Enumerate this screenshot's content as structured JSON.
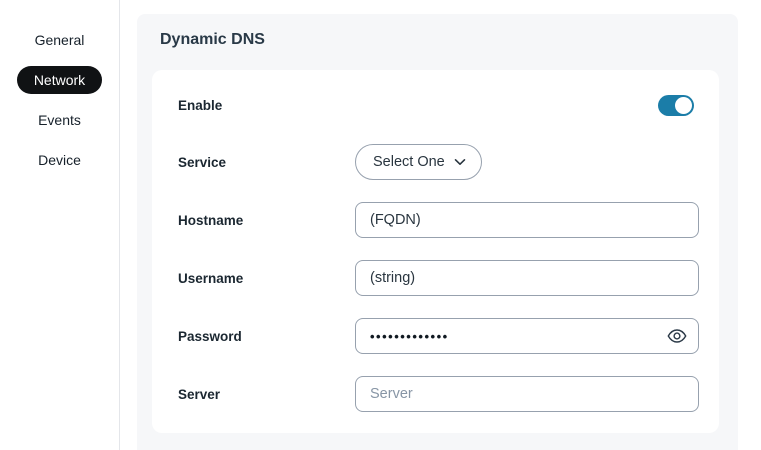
{
  "sidebar": {
    "items": [
      {
        "label": "General",
        "active": false
      },
      {
        "label": "Network",
        "active": true
      },
      {
        "label": "Events",
        "active": false
      },
      {
        "label": "Device",
        "active": false
      }
    ]
  },
  "panel": {
    "title": "Dynamic DNS"
  },
  "form": {
    "enable": {
      "label": "Enable",
      "state": "on"
    },
    "service": {
      "label": "Service",
      "selected": "Select One",
      "icon": "chevron-down-icon"
    },
    "hostname": {
      "label": "Hostname",
      "value": "(FQDN)"
    },
    "username": {
      "label": "Username",
      "value": "(string)"
    },
    "password": {
      "label": "Password",
      "value": "•••••••••••••",
      "icon": "eye-icon"
    },
    "server": {
      "label": "Server",
      "value": "",
      "placeholder": "Server"
    }
  },
  "colors": {
    "toggle_on": "#1b7da8",
    "active_nav_bg": "#101214",
    "panel_bg": "#f6f7f9",
    "input_border": "#97a1ae",
    "placeholder_text": "#8795a5",
    "heading_text": "#293947"
  }
}
